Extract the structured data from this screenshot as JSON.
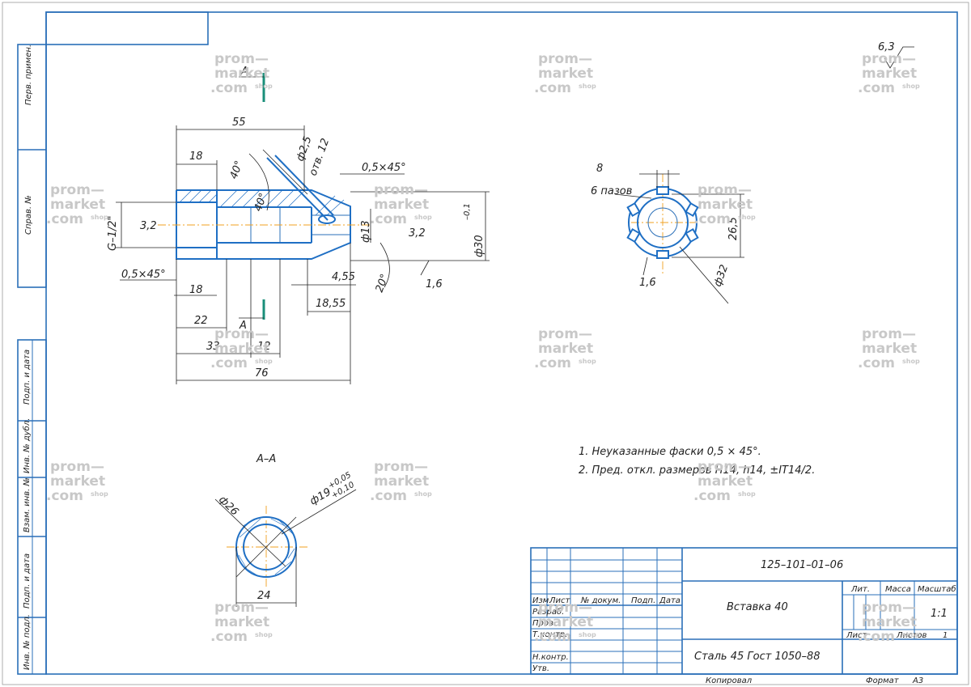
{
  "side_labels": [
    "Перв. примен.",
    "Справ. №",
    "Подп. и дата",
    "Инв. № дубл.",
    "Взам. инв. №",
    "Подп. и дата",
    "Инв. № подл."
  ],
  "roughness": "6,3",
  "section_marks": {
    "top": "А",
    "bottom": "А"
  },
  "main_view_dims": {
    "d55": "55",
    "d18a": "18",
    "a40a": "40°",
    "a40b": "40°",
    "d25": "ф2,5",
    "holes": "отв. 12",
    "ch1": "0,5×45°",
    "g12": "G–1/2\"",
    "d32a": "3,2",
    "d13": "ф13",
    "d32b": "3,2",
    "d30": "ф30",
    "d30tol": "–0,1",
    "ch2": "0,5×45°",
    "d18b": "18",
    "d455": "4,55",
    "a20": "20°",
    "r16": "1,6",
    "d1855": "18,55",
    "d22": "22",
    "d33": "33",
    "d12": "12",
    "d76": "76"
  },
  "end_view": {
    "d8": "8",
    "slots": "6 пазов",
    "d265": "26,5",
    "r16": "1,6",
    "d32": "ф32"
  },
  "section": {
    "title": "А–А",
    "d26": "ф26",
    "d19": "ф19",
    "tol_up": "+0,05",
    "tol_dn": "+0,10",
    "d24": "24"
  },
  "notes": [
    "1. Неуказанные фаски 0,5 × 45°.",
    "2. Пред. откл. размеров H14, h14, ±IT14/2."
  ],
  "title_block": {
    "doc_number": "125–101–01–06",
    "part_name": "Вставка 40",
    "material": "Сталь 45 Гост 1050–88",
    "lit": "Лит.",
    "mass": "Масса",
    "scale_label": "Масштаб",
    "scale": "1:1",
    "sheet": "Лист",
    "sheets": "Листов",
    "sheets_count": "1",
    "cols": [
      "Изм.",
      "Лист",
      "№ докум.",
      "Подп.",
      "Дата"
    ],
    "rows": [
      "Разраб.",
      "Пров.",
      "Т.контр.",
      "Н.контр.",
      "Утв."
    ],
    "copied": "Копировал",
    "format_label": "Формат",
    "format": "А3"
  },
  "watermark": {
    "line1": "prom—",
    "line2": "market",
    "line3": ".com",
    "shop": "shop"
  },
  "colors": {
    "frame": "#2a6fb8",
    "part": "#1f6fc4",
    "axis": "#f0a020",
    "section": "#1a8f7a"
  }
}
